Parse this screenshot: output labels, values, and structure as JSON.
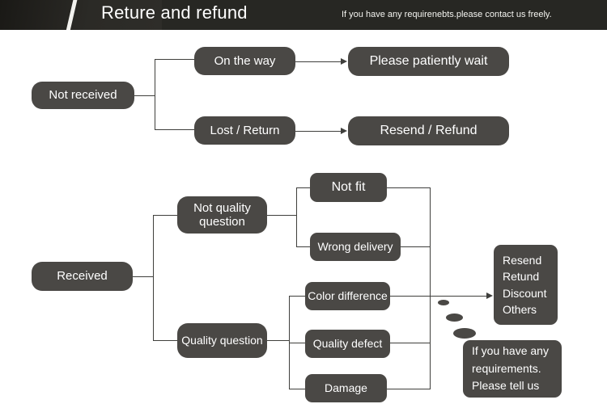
{
  "header": {
    "title": "Reture and refund",
    "subtitle": "If you have any requirenebts.please contact us freely.",
    "bg_color": "#272723",
    "text_color": "#ffffff"
  },
  "theme": {
    "node_fill": "#4a4845",
    "node_text": "#ffffff",
    "line_color": "#3f3f3c",
    "page_bg": "#ffffff"
  },
  "flow": {
    "not_received": {
      "root": "Not received",
      "branches": [
        {
          "label": "On the way",
          "outcome": "Please patiently wait"
        },
        {
          "label": "Lost / Return",
          "outcome": "Resend / Refund"
        }
      ]
    },
    "received": {
      "root": "Received",
      "branches": [
        {
          "label": "Not quality\nquestion",
          "reasons": [
            "Not fit",
            "Wrong delivery"
          ]
        },
        {
          "label": "Quality question",
          "reasons": [
            "Color difference",
            "Quality defect",
            "Damage"
          ]
        }
      ],
      "outcome": "Resend\nRetund\nDiscount\nOthers",
      "note": "If you have any\nrequirements.\nPlease tell us"
    }
  }
}
